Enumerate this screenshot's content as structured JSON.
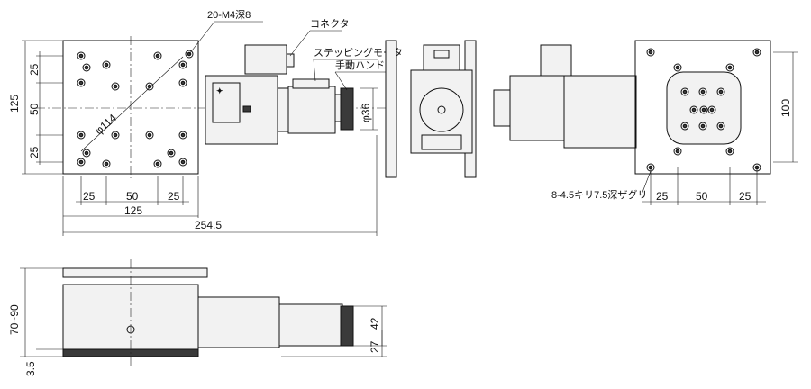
{
  "labels": {
    "tapped_holes": "20-M4深8",
    "connector": "コネクタ",
    "stepping_motor": "ステッピングモータ",
    "manual_handle": "手動ハンドル",
    "counterbore_holes": "8-4.5キリ7.5深ザグリ",
    "pcd": "φ114",
    "shaft_dia": "φ36"
  },
  "dimensions": {
    "top_left_25": "25",
    "top_left_50": "50",
    "top_left_25b": "25",
    "top_left_125": "125",
    "bottom_25a": "25",
    "bottom_50": "50",
    "bottom_25b": "25",
    "bottom_125": "125",
    "overall_254_5": "254.5",
    "right_25a": "25",
    "right_50": "50",
    "right_25b": "25",
    "right_100": "100",
    "side_70_90": "70~90",
    "side_3_5": "3.5",
    "side_42": "42",
    "side_27": "27"
  }
}
